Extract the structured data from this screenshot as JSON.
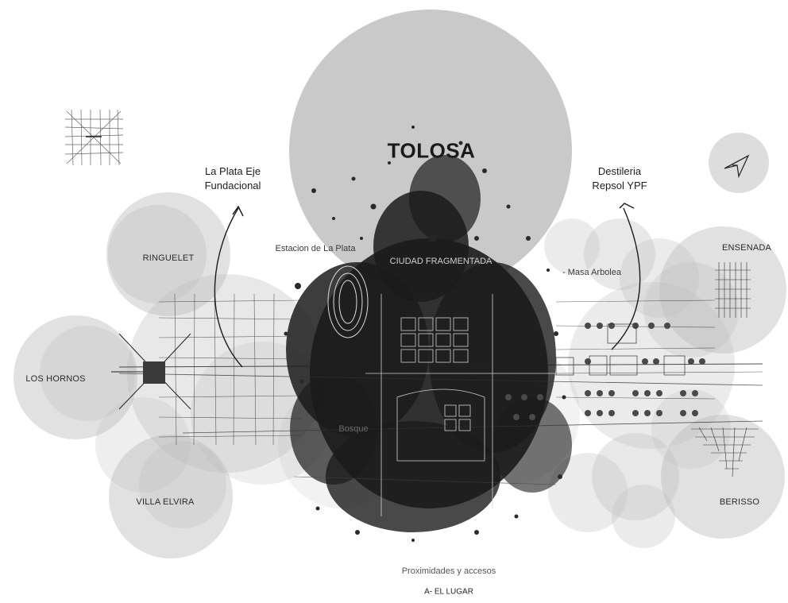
{
  "title": "TOLOSA",
  "places": {
    "ringuelet": "RINGUELET",
    "los_hornos": "LOS HORNOS",
    "villa_elvira": "VILLA ELVIRA",
    "ensenada": "ENSENADA",
    "berisso": "BERISSO"
  },
  "annotations": {
    "la_plata_line1": "La Plata Eje",
    "la_plata_line2": "Fundacional",
    "destileria_line1": "Destileria",
    "destileria_line2": "Repsol YPF",
    "estacion": "Estacion de La Plata",
    "ciudad": "CIUDAD FRAGMENTADA",
    "masa": "- Masa Arbolea",
    "bosque": "Bosque"
  },
  "caption": "Proximidades y accesos",
  "footer": "A- EL LUGAR",
  "colors": {
    "circle": "#c9c9c9",
    "ink": "#1a1a1a",
    "background": "#ffffff"
  },
  "icons": [
    "street-grid-icon",
    "north-arrow-icon"
  ]
}
